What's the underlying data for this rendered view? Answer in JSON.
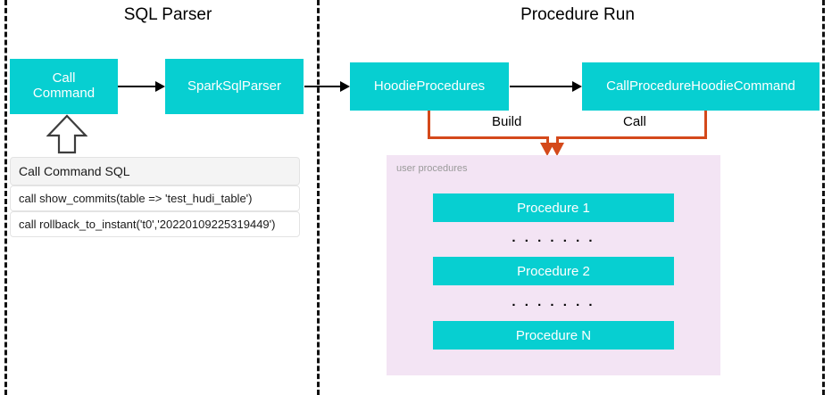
{
  "panels": [
    {
      "id": "sql-parser",
      "title": "SQL Parser"
    },
    {
      "id": "procedure-run",
      "title": "Procedure Run"
    }
  ],
  "nodes": {
    "call_command": "Call\nCommand",
    "call_command_line1": "Call",
    "call_command_line2": "Command",
    "spark_sql_parser": "SparkSqlParser",
    "hoodie_procedures": "HoodieProcedures",
    "call_procedure_hoodie_command": "CallProcedureHoodieCommand"
  },
  "edges": {
    "build_label": "Build",
    "call_label": "Call"
  },
  "sql_table": {
    "header": "Call Command SQL",
    "rows": [
      "call show_commits(table => 'test_hudi_table')",
      "call rollback_to_instant('t0','20220109225319449')"
    ]
  },
  "user_procedures": {
    "label": "user procedures",
    "items": [
      {
        "label": "Procedure 1"
      },
      {
        "label": "Procedure 2"
      },
      {
        "label": "Procedure N"
      }
    ],
    "ellipsis": ". . . . . . ."
  },
  "colors": {
    "teal": "#07CFD1",
    "orange": "#D4491B",
    "panel_purple": "#F3E4F4",
    "divider": "#111111",
    "arrow_black": "#000000"
  }
}
